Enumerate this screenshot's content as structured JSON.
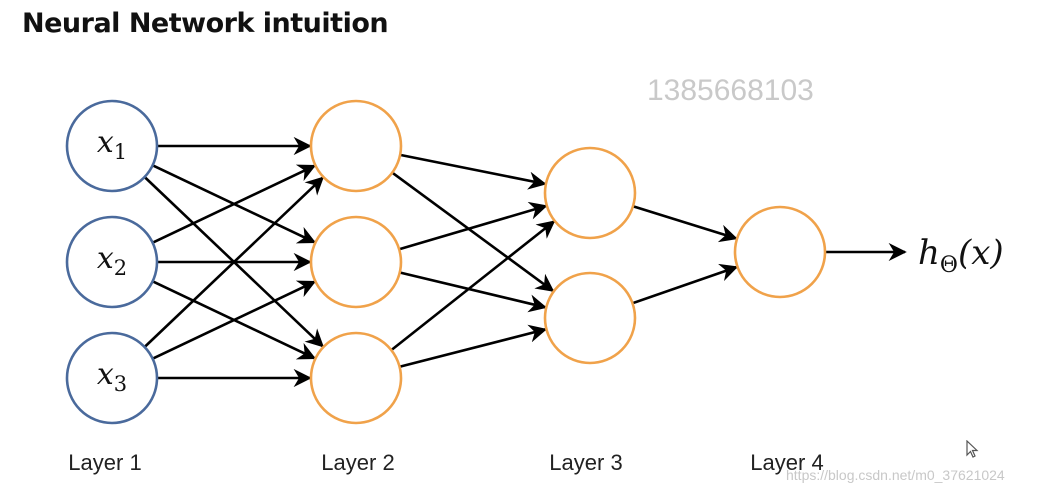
{
  "title": "Neural Network intuition",
  "watermark": "1385668103",
  "url_watermark": "https://blog.csdn.net/m0_37621024",
  "inputs": [
    {
      "base": "x",
      "sub": "1"
    },
    {
      "base": "x",
      "sub": "2"
    },
    {
      "base": "x",
      "sub": "3"
    }
  ],
  "output": {
    "base": "h",
    "sub": "Θ",
    "arg": "(x)"
  },
  "layers": [
    {
      "label": "Layer 1"
    },
    {
      "label": "Layer 2"
    },
    {
      "label": "Layer 3"
    },
    {
      "label": "Layer 4"
    }
  ],
  "colors": {
    "input_node": "#4a6a9c",
    "hidden_node": "#f0a24a",
    "edge": "#000000"
  }
}
